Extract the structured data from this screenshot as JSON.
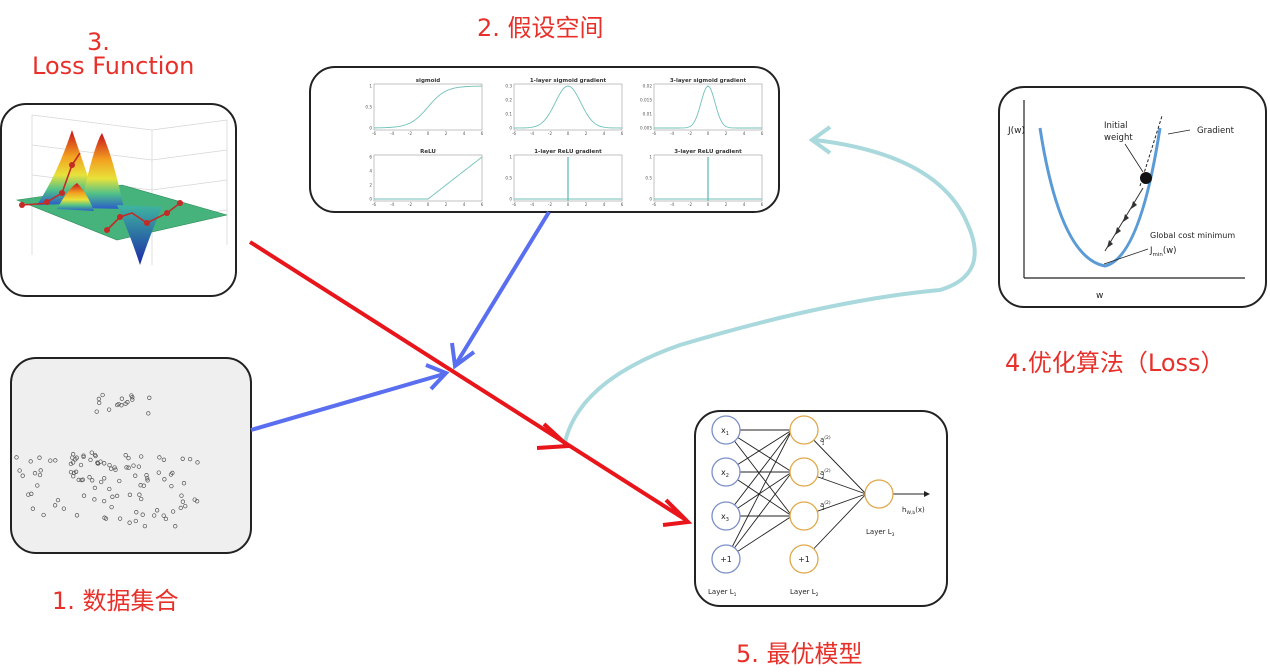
{
  "labels": {
    "dataset": "1. 数据集合",
    "hypothesis": "2. 假设空间",
    "loss_num": "3.",
    "loss_name": "Loss Function",
    "optim": "4.优化算法（Loss）",
    "model": "5. 最优模型"
  },
  "colors": {
    "label": "#e8302a",
    "red_arrow": "#e8151b",
    "blue_arrow": "#5a6ff0",
    "loop_arrow": "#a9d9dc"
  },
  "hypothesis_plots": [
    {
      "title": "sigmoid",
      "yticks": [
        "1",
        "0.5",
        "0"
      ],
      "kind": "sigmoid"
    },
    {
      "title": "1-layer sigmoid gradient",
      "yticks": [
        "0.3",
        "0.2",
        "0.1",
        "0"
      ],
      "kind": "bell"
    },
    {
      "title": "3-layer sigmoid gradient",
      "yticks": [
        "0.02",
        "0.015",
        "0.01",
        "0.005"
      ],
      "kind": "narrow"
    },
    {
      "title": "ReLU",
      "yticks": [
        "6",
        "4",
        "2",
        "0"
      ],
      "kind": "relu"
    },
    {
      "title": "1-layer ReLU gradient",
      "yticks": [
        "1",
        "0.5",
        "0"
      ],
      "kind": "spike"
    },
    {
      "title": "3-layer ReLU gradient",
      "yticks": [
        "1",
        "0.5",
        "0"
      ],
      "kind": "spike"
    }
  ],
  "xticks": [
    "-6",
    "-4",
    "-2",
    "0",
    "2",
    "4",
    "6"
  ],
  "gradient_chart": {
    "y_label": "J(w)",
    "x_label": "w",
    "initial_weight": [
      "Initial",
      "weight"
    ],
    "gradient": "Gradient",
    "global_min": "Global cost minimum",
    "jmin": "J",
    "jmin_sub": "min",
    "jmin_tail": "(w)"
  },
  "network": {
    "inputs": [
      "x",
      "x",
      "x",
      "+1"
    ],
    "input_subs": [
      "1",
      "2",
      "3",
      ""
    ],
    "hidden": [
      "a",
      "a",
      "a"
    ],
    "hidden_subs": [
      "1",
      "2",
      "3"
    ],
    "hidden_sup": "(2)",
    "bias": "+1",
    "output": "h",
    "output_sub": "W,b",
    "output_tail": "(x)",
    "layer1": "Layer L",
    "layer1_sub": "1",
    "layer2": "Layer L",
    "layer2_sub": "2",
    "layer3": "Layer L",
    "layer3_sub": "3"
  }
}
